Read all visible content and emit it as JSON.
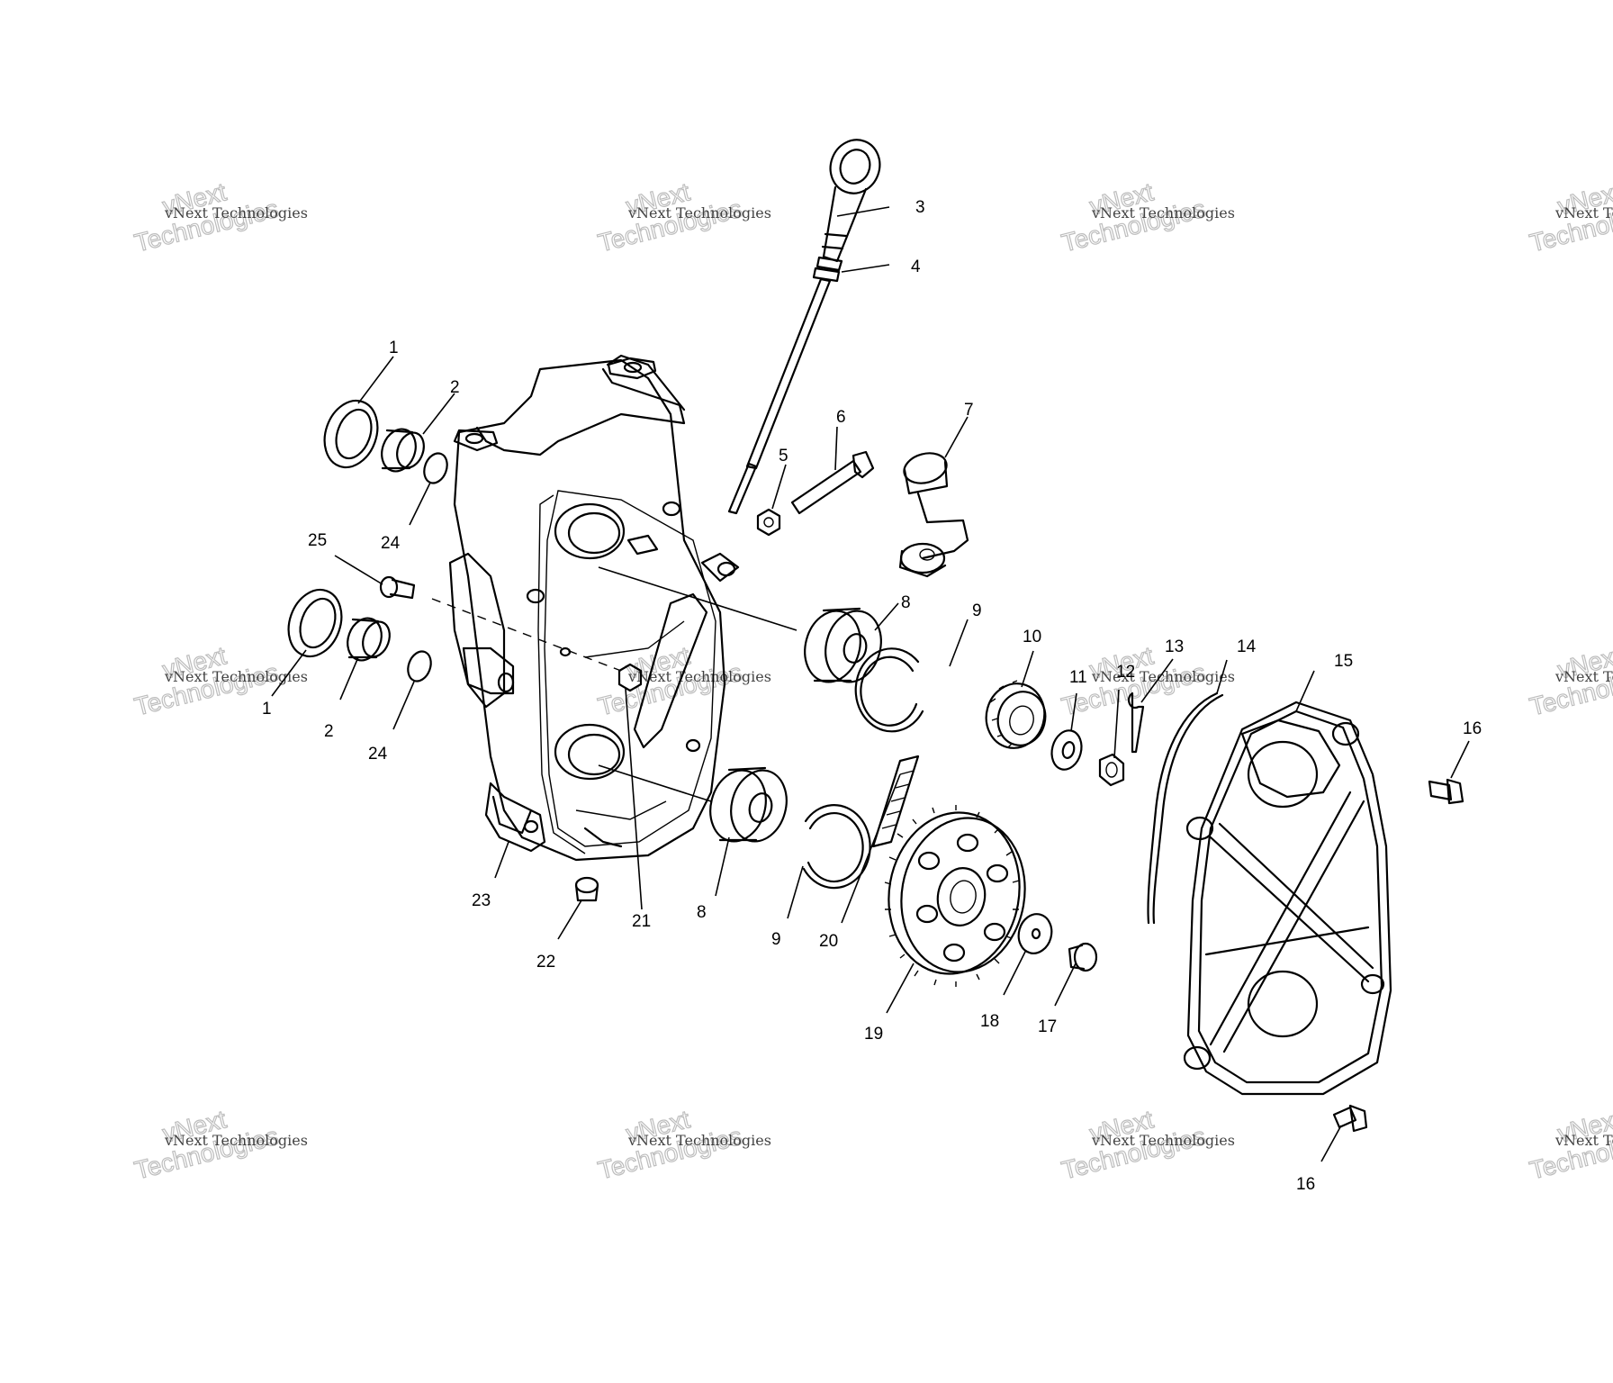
{
  "watermark": {
    "brand": "vNext",
    "company": "vNext Technologies",
    "word": "Technologies"
  },
  "callouts": [
    {
      "label": "1"
    },
    {
      "label": "2"
    },
    {
      "label": "24"
    },
    {
      "label": "25"
    },
    {
      "label": "1"
    },
    {
      "label": "2"
    },
    {
      "label": "24"
    },
    {
      "label": "3"
    },
    {
      "label": "4"
    },
    {
      "label": "5"
    },
    {
      "label": "6"
    },
    {
      "label": "7"
    },
    {
      "label": "8"
    },
    {
      "label": "9"
    },
    {
      "label": "10"
    },
    {
      "label": "11"
    },
    {
      "label": "12"
    },
    {
      "label": "13"
    },
    {
      "label": "14"
    },
    {
      "label": "15"
    },
    {
      "label": "16"
    },
    {
      "label": "8"
    },
    {
      "label": "9"
    },
    {
      "label": "20"
    },
    {
      "label": "21"
    },
    {
      "label": "22"
    },
    {
      "label": "23"
    },
    {
      "label": "19"
    },
    {
      "label": "18"
    },
    {
      "label": "17"
    },
    {
      "label": "16"
    }
  ]
}
